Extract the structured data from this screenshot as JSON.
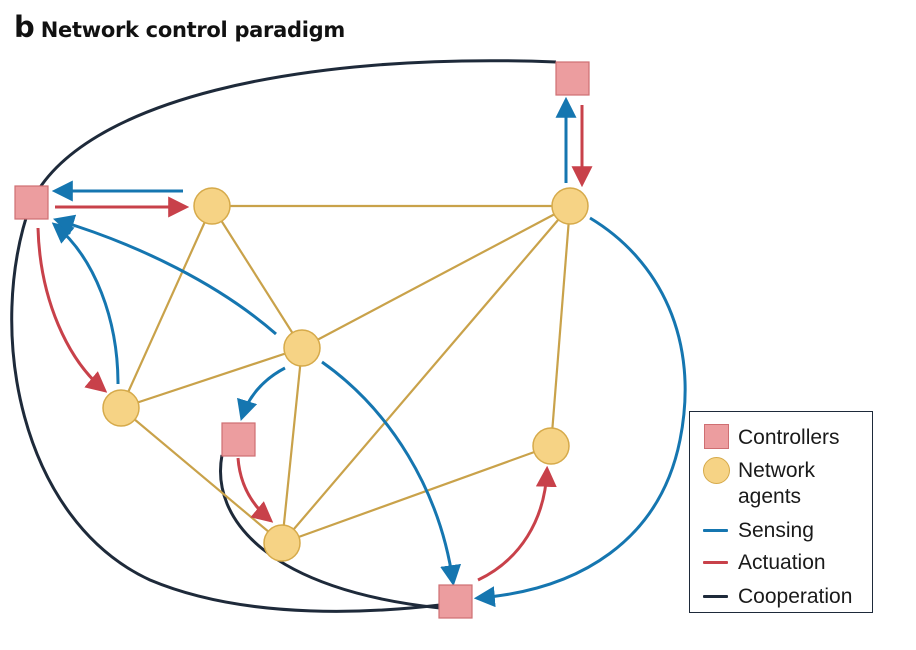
{
  "panel": {
    "letter": "b",
    "title": "Network control paradigm"
  },
  "colors": {
    "sensing": "#1576b0",
    "actuation": "#c8414a",
    "cooperation": "#1e2a3a",
    "agent_edge": "#c9a24a",
    "agent_fill": "#f6d385",
    "controller_fill": "#ec9d9f"
  },
  "legend": {
    "controllers": "Controllers",
    "agents_line1": "Network",
    "agents_line2": "agents",
    "sensing": "Sensing",
    "actuation": "Actuation",
    "cooperation": "Cooperation"
  }
}
